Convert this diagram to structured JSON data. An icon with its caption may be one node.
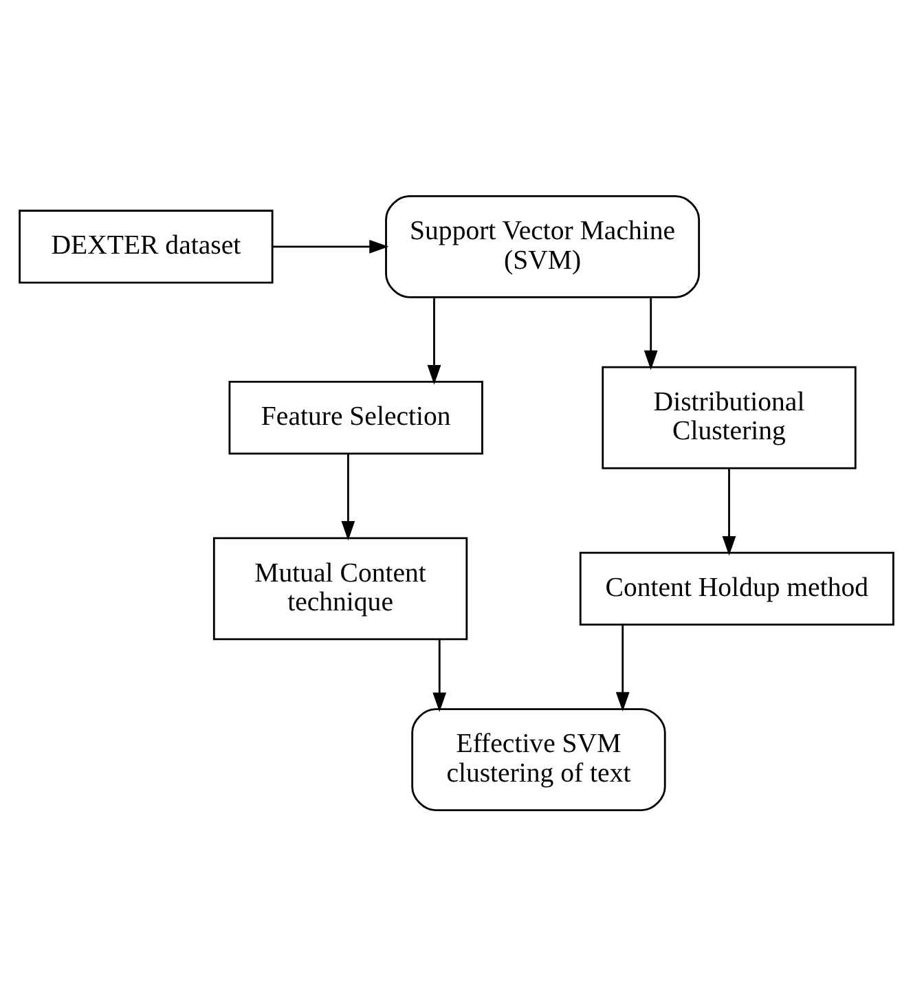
{
  "diagram": {
    "nodes": [
      {
        "text": [
          "DEXTER dataset"
        ]
      },
      {
        "text": [
          "Support Vector Machine (SVM)"
        ]
      },
      {
        "text": [
          "Feature Selection"
        ]
      },
      {
        "text": [
          "Distributional Clustering"
        ]
      },
      {
        "text": [
          "Mutual Content technique"
        ]
      },
      {
        "text": [
          "Content Holdup method"
        ]
      },
      {
        "text": [
          "Effective SVM clustering of text"
        ]
      }
    ],
    "edges": [
      {
        "from": 0,
        "to": 1,
        "arrow": "to"
      },
      {
        "from": 1,
        "to": 2,
        "arrow": "to"
      },
      {
        "from": 1,
        "to": 3,
        "arrow": "to"
      },
      {
        "from": 2,
        "to": 4,
        "arrow": "to"
      },
      {
        "from": 3,
        "to": 5,
        "arrow": "to"
      },
      {
        "from": 4,
        "to": 6,
        "arrow": "to"
      },
      {
        "from": 5,
        "to": 6,
        "arrow": "to"
      }
    ]
  }
}
